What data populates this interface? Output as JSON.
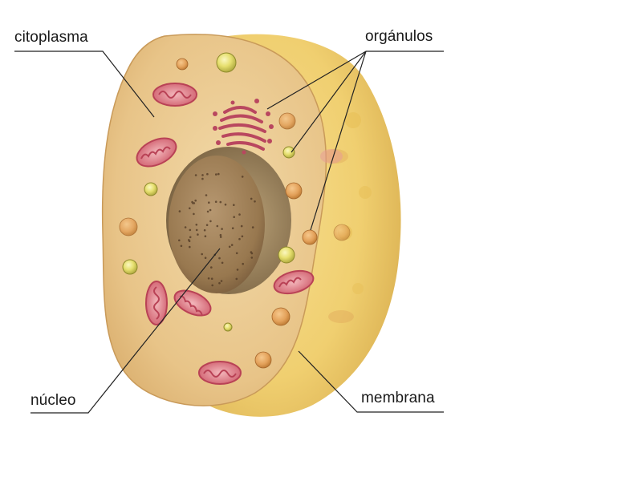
{
  "labels": {
    "cytoplasm": "citoplasma",
    "organelles": "orgánulos",
    "nucleus": "núcleo",
    "membrane": "membrana"
  },
  "colors": {
    "cytoplasm_face": "#e9c58a",
    "membrane_side": "#f0cf70",
    "nucleus": "#9a7b55",
    "mitochondria": "#d8707e",
    "vesicle_green": "#e7e07a",
    "vesicle_orange": "#e2a35c",
    "golgi": "#b9475f",
    "leader_line": "#222222"
  }
}
